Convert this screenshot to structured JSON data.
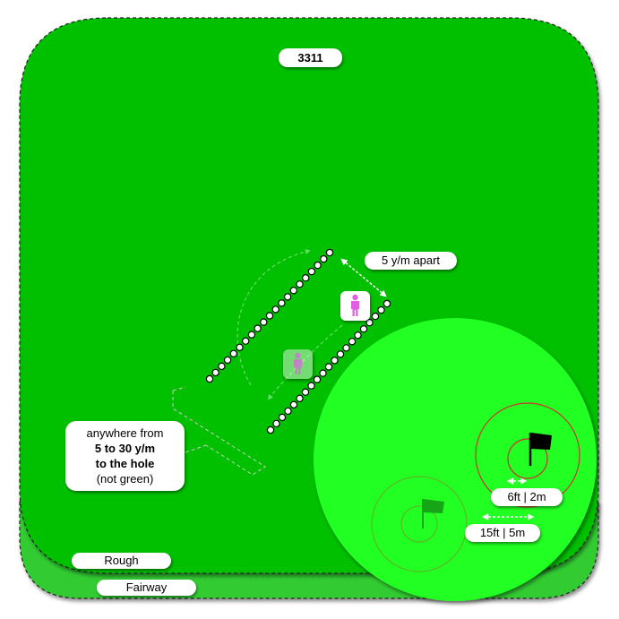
{
  "hole_code": "3311",
  "spacing_label": "5 y/m apart",
  "distance_note": {
    "line1": "anywhere from",
    "line2": "5 to 30 y/m",
    "line3": "to the hole",
    "line4": "(not green)"
  },
  "inner_circle_label": "6ft  |  2m",
  "outer_circle_label": "15ft  |  5m",
  "rough_label": "Rough",
  "fairway_label": "Fairway",
  "colors": {
    "rough": "#00c000",
    "fairway": "#33cc33",
    "green": "#22ff22",
    "flag": "#000000",
    "target_ring": "#cc3333",
    "player": "#e060e0"
  },
  "icons": [
    "flag-icon",
    "person-icon",
    "double-arrow-icon"
  ]
}
